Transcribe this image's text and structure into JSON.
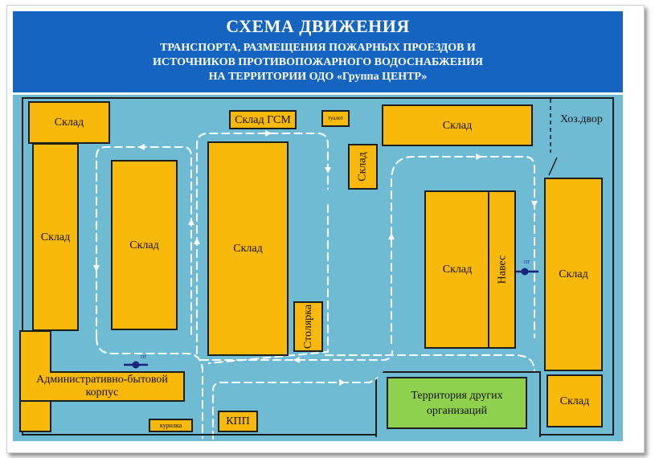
{
  "header": {
    "title": "СХЕМА ДВИЖЕНИЯ",
    "subtitle_line1": "ТРАНСПОРТА, РАЗМЕЩЕНИЯ ПОЖАРНЫХ ПРОЕЗДОВ И",
    "subtitle_line2": "ИСТОЧНИКОВ ПРОТИВОПОЖАРНОГО ВОДОСНАБЖЕНИЯ",
    "subtitle_line3": "НА ТЕРРИТОРИИ ОДО «Группа ЦЕНТР»"
  },
  "buildings": {
    "sklad_top_left": "Склад",
    "sklad_left_tall": "Склад",
    "sklad_mid_left": "Склад",
    "sklad_center": "Склад",
    "sklad_gsm": "Склад ГСМ",
    "tualet": "туалет",
    "sklad_small_vertical": "Склад",
    "sklad_top_right": "Склад",
    "sklad_right_center": "Склад",
    "naves": "Навес",
    "sklad_right_tall": "Склад",
    "stolyarka": "Столярка",
    "admin_building": "Административно-бытовой корпус",
    "kurilka": "курилка",
    "kpp": "КПП",
    "other_territory": "Территория других организаций",
    "sklad_bottom_right": "Склад"
  },
  "labels": {
    "hoz_dvor": "Хоз.двор",
    "hydrant_1": "ПГ",
    "hydrant_2": "ПГ"
  },
  "colors": {
    "header_bg": "#1565c0",
    "map_bg": "#6fbbd3",
    "building": "#f9b90b",
    "other_territory": "#8fd14f",
    "route": "#ffffff",
    "hydrant": "#1a237e"
  }
}
